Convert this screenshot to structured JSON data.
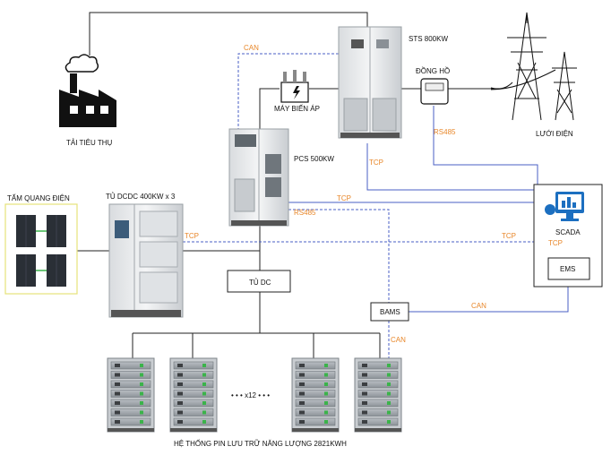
{
  "labels": {
    "load": "TẢI TIÊU THỤ",
    "sts": "STS 800KW",
    "meter": "ĐỒNG HỒ",
    "grid": "LƯỚI ĐIỆN",
    "transformer": "MÁY BIẾN ÁP",
    "pcs": "PCS 500KW",
    "pv": "TẤM QUANG ĐIỆN",
    "dcdc": "TỦ DCDC 400KW x 3",
    "dc_cabinet": "TỦ DC",
    "scada": "SCADA",
    "ems": "EMS",
    "bams": "BAMS",
    "battery_system": "HỆ THỐNG PIN LƯU TRỮ NĂNG LƯỢNG 2821KWH",
    "multiplier": "• • • x12 • • •"
  },
  "links": {
    "can_sts": "CAN",
    "rs485_meter": "RS485",
    "tcp_pcs": "TCP",
    "tcp_scada": "TCP",
    "rs485_pcs": "RS485",
    "tcp_dcdc_left": "TCP",
    "tcp_dcdc_right": "TCP",
    "tcp_scada_ems": "TCP",
    "can_bams_ems": "CAN",
    "can_bams_battery": "CAN"
  },
  "colors": {
    "protocol_text": "#e8872a",
    "comm_line": "#4a5fc4",
    "power_line": "#222222",
    "scada_blue": "#1c6fc0",
    "pv_border": "#e6e27a"
  }
}
